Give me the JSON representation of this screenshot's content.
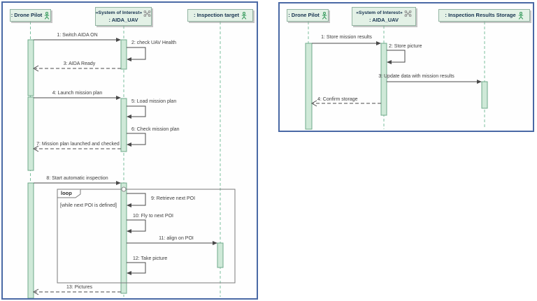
{
  "colors": {
    "frame_border": "#4a69a5",
    "lifeline_head_fill": "#e3f1e6",
    "lifeline_head_border": "#93b4a2",
    "activation_fill": "#cfe9d8",
    "activation_border": "#6fa98a",
    "lifeline_dash": "#7cc09e",
    "message_line": "#4a4a4a",
    "head_text": "#16324f",
    "actor_icon": "#3f9e63",
    "drone_icon": "#8f8f8f"
  },
  "diagrams": {
    "left": {
      "lifelines": [
        {
          "name": ": Drone Pilot",
          "icon": "actor"
        },
        {
          "stereotype": "«System of Interest»",
          "name": ": AIDA_UAV",
          "icon": "drone"
        },
        {
          "name": ": Inspection target",
          "icon": "actor"
        }
      ],
      "messages": [
        "1: Switch AIDA ON",
        "2: check UAV Health",
        "3: AIDA Ready",
        "4: Launch mission plan",
        "5: Load mission plan",
        "6: Check mission plan",
        "7: Mission plan launched and checked",
        "8: Start automatic inspection",
        "9: Retrieve next POI",
        "10: Fly to next POI",
        "11: align on POI",
        "12: Take picture",
        "13: Pictures"
      ],
      "fragment": {
        "operator": "loop",
        "guard": "[while next POI is defined]"
      }
    },
    "right": {
      "lifelines": [
        {
          "name": ": Drone Pilot",
          "icon": "actor"
        },
        {
          "stereotype": "«System of Interest»",
          "name": ": AIDA_UAV",
          "icon": "drone"
        },
        {
          "name": ": Inspection Results Storage",
          "icon": "actor"
        }
      ],
      "messages": [
        "1: Store mission results",
        "2: Store picture",
        "3: Update data with mission results",
        "4: Confirm storage"
      ]
    }
  }
}
